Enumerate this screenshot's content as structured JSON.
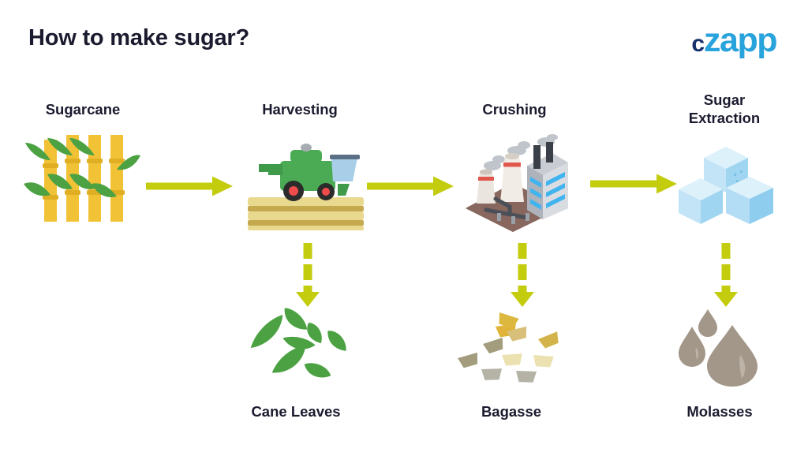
{
  "title": "How to make sugar?",
  "logo": {
    "prefix": "c",
    "suffix": "zapp",
    "prefix_color": "#16306b",
    "suffix_color": "#29a3dc"
  },
  "colors": {
    "arrow_green": "#c3cc0d",
    "text_dark": "#1b1b2f",
    "cane_yellow": "#f2c236",
    "leaf_green": "#4ca243",
    "harvester_green": "#4aab54",
    "sugar_blue": "#bfe5f7",
    "molasses_brown": "#a3978a",
    "background": "#ffffff"
  },
  "diagram": {
    "type": "process-flow",
    "main_stages": [
      {
        "id": "sugarcane",
        "label": "Sugarcane",
        "icon": "sugarcane-icon"
      },
      {
        "id": "harvesting",
        "label": "Harvesting",
        "icon": "harvester-icon"
      },
      {
        "id": "crushing",
        "label": "Crushing",
        "icon": "factory-icon"
      },
      {
        "id": "sugar-extraction",
        "label": "Sugar\nExtraction",
        "label_line1": "Sugar",
        "label_line2": "Extraction",
        "icon": "sugar-cubes-icon"
      }
    ],
    "byproducts": [
      {
        "id": "cane-leaves",
        "label": "Cane Leaves",
        "from": "harvesting",
        "icon": "cane-leaves-icon"
      },
      {
        "id": "bagasse",
        "label": "Bagasse",
        "from": "crushing",
        "icon": "bagasse-icon"
      },
      {
        "id": "molasses",
        "label": "Molasses",
        "from": "sugar-extraction",
        "icon": "molasses-drops-icon"
      }
    ],
    "flow_arrows": [
      {
        "id": "arrow-sugarcane-to-harvesting",
        "style": "solid",
        "direction": "right"
      },
      {
        "id": "arrow-harvesting-to-crushing",
        "style": "solid",
        "direction": "right"
      },
      {
        "id": "arrow-crushing-to-extraction",
        "style": "solid",
        "direction": "right"
      }
    ],
    "byproduct_arrows": [
      {
        "id": "arrow-harvesting-to-cane-leaves",
        "style": "dashed",
        "direction": "down"
      },
      {
        "id": "arrow-crushing-to-bagasse",
        "style": "dashed",
        "direction": "down"
      },
      {
        "id": "arrow-extraction-to-molasses",
        "style": "dashed",
        "direction": "down"
      }
    ]
  }
}
